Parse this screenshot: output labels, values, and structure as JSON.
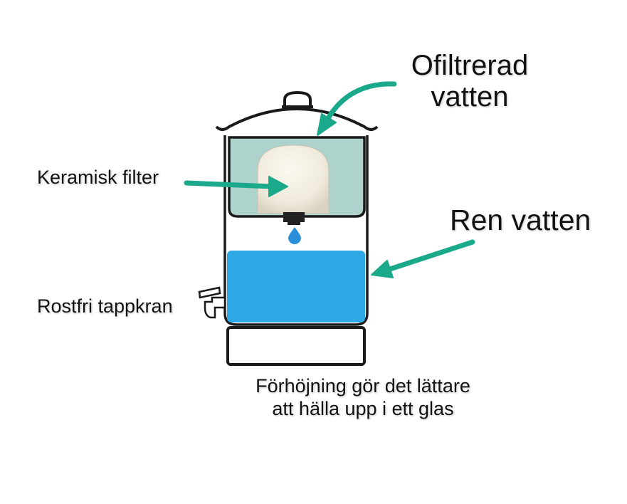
{
  "labels": {
    "unfiltered_line1": "Ofiltrerad",
    "unfiltered_line2": "vatten",
    "ceramic_filter": "Keramisk filter",
    "clean_water": "Ren vatten",
    "tap": "Rostfri tappkran",
    "stand_line1": "Förhöjning gör det lättare",
    "stand_line2": "att hälla upp i ett glas"
  },
  "colors": {
    "arrow": "#1aa98a",
    "clean_water": "#2fa8e6",
    "unfiltered_water": "#aed2cc",
    "filter": "#f3efe1",
    "outline": "#1a1a1a",
    "droplet": "#2a8fd8"
  }
}
